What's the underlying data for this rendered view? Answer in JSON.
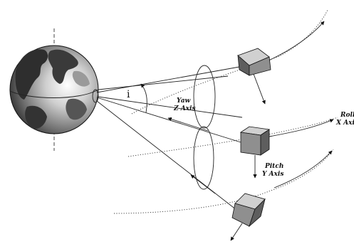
{
  "angle_label": "i",
  "yaw_axis": {
    "line1": "Yaw",
    "line2": "Z Axis"
  },
  "roll_axis": {
    "line1": "Roll",
    "line2": "X Axi"
  },
  "pitch_axis": {
    "line1": "Pitch",
    "line2": "Y Axis"
  },
  "colors": {
    "ink": "#111111",
    "cube_front": "#8f8f8f",
    "cube_top": "#d0d0d0",
    "cube_side": "#5e5e5e"
  }
}
